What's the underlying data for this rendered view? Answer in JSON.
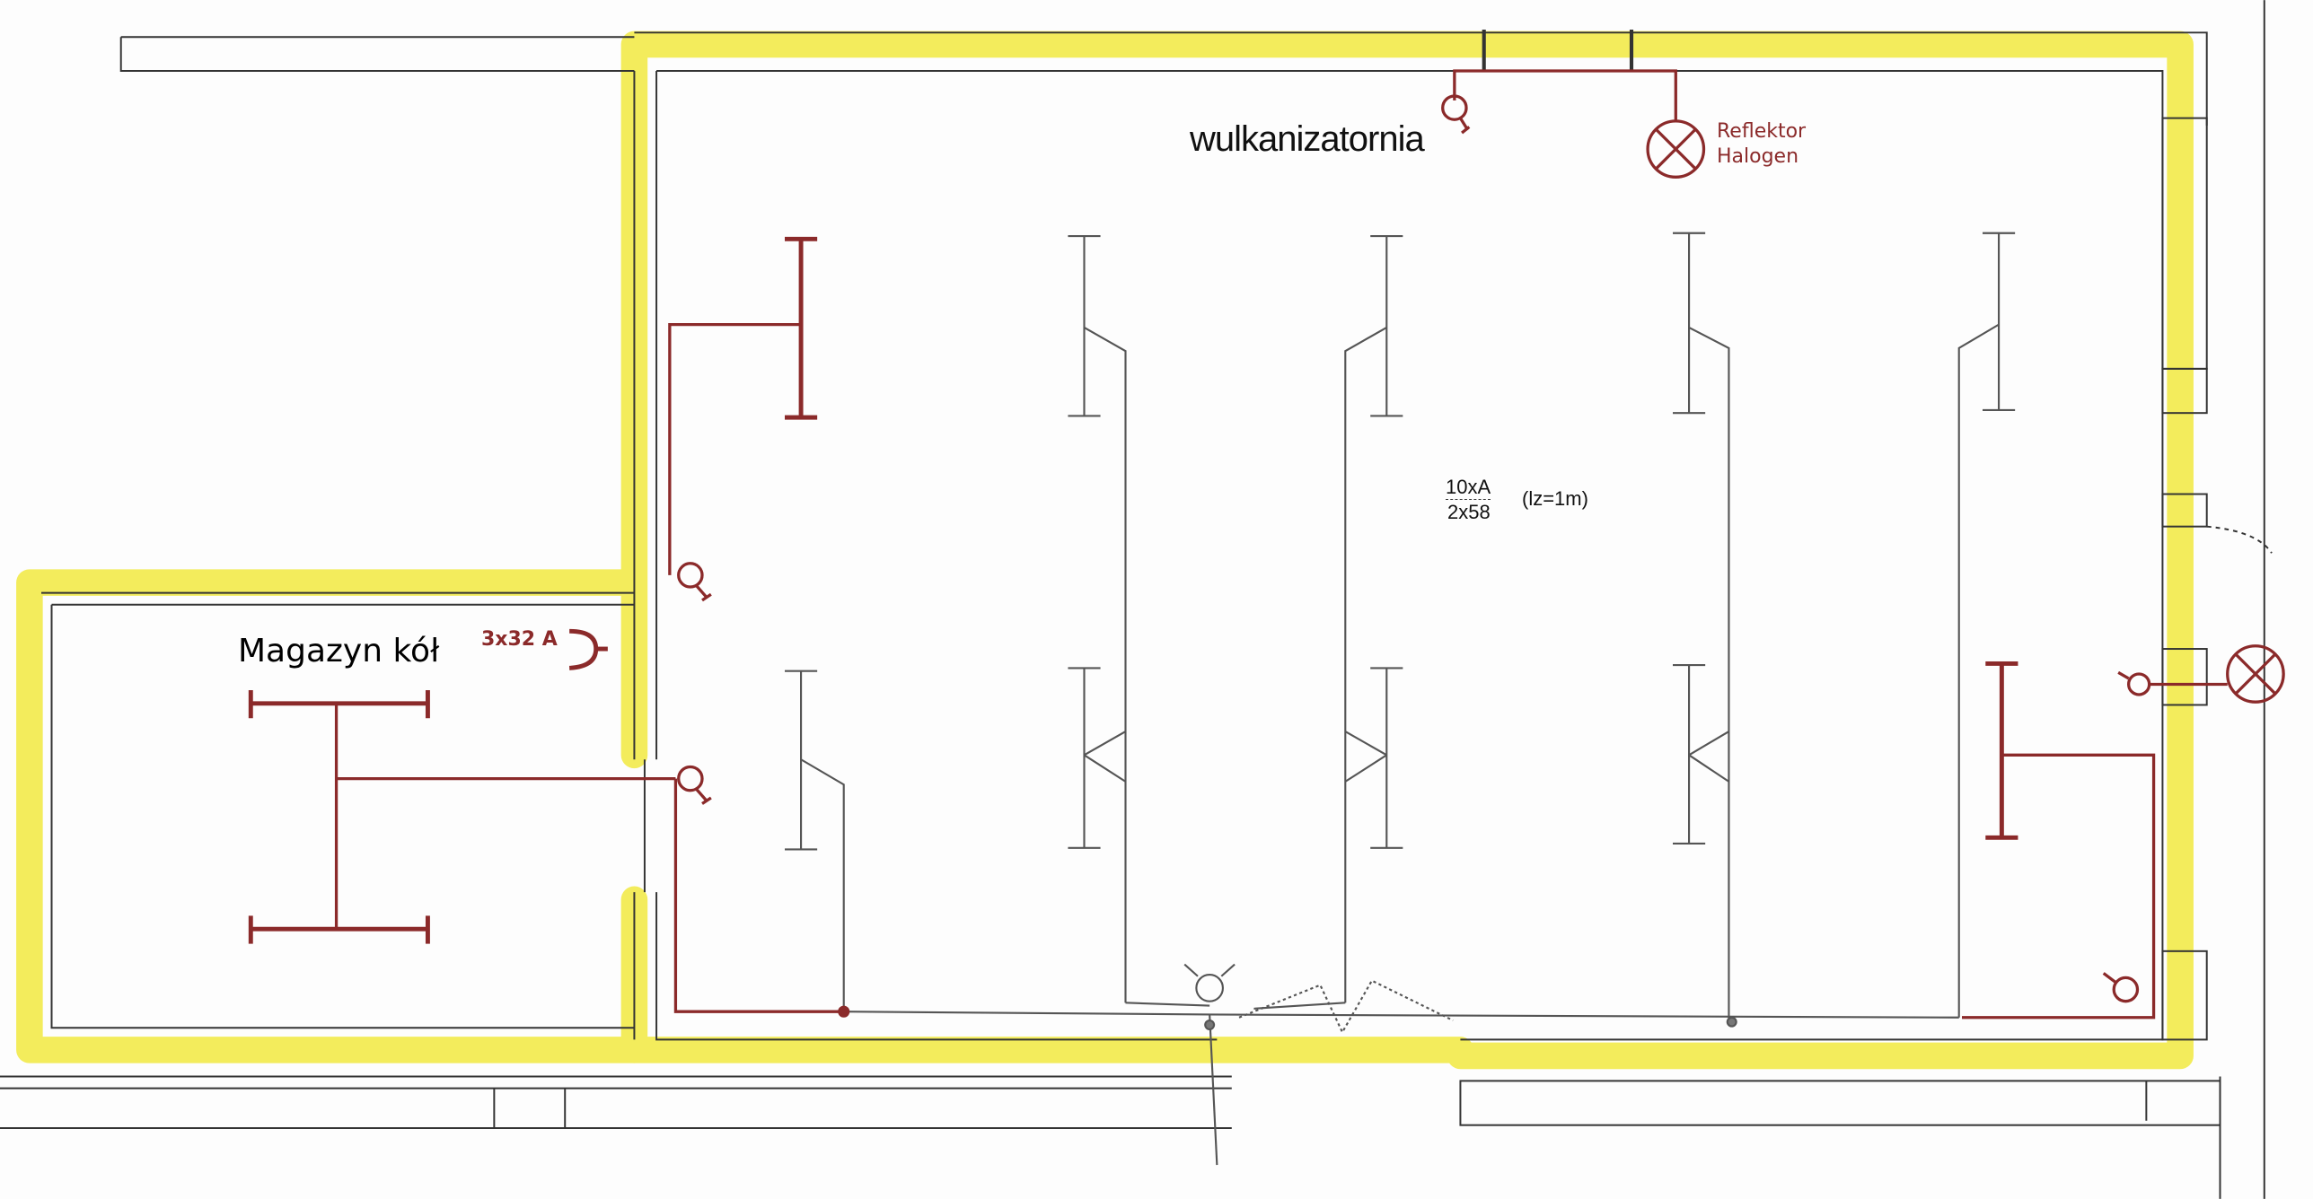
{
  "rooms": {
    "main": "wulkanizatornia",
    "storage": "Magazyn kół"
  },
  "socket": {
    "label": "3x32 A"
  },
  "reflector": {
    "line1": "Reflektor",
    "line2": "Halogen"
  },
  "luminaire_spec": {
    "numerator": "10xA",
    "denominator": "2x58",
    "note": "(lz=1m)"
  },
  "colors": {
    "highlight": "#f3ec5c",
    "circuit": "#8b2a2a",
    "wall": "#333333",
    "fixture": "#555555"
  }
}
